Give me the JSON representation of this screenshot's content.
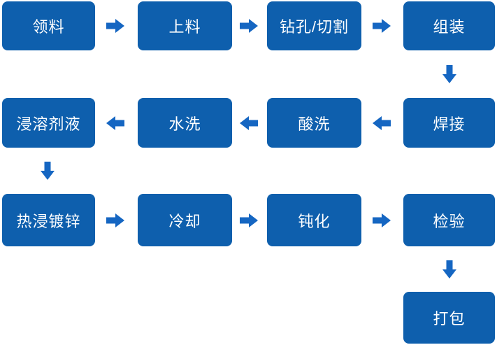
{
  "diagram": {
    "type": "process-flowchart",
    "steps": [
      {
        "label": "领料"
      },
      {
        "label": "上料"
      },
      {
        "label": "钻孔/切割"
      },
      {
        "label": "组装"
      },
      {
        "label": "焊接"
      },
      {
        "label": "酸洗"
      },
      {
        "label": "水洗"
      },
      {
        "label": "浸溶剂液"
      },
      {
        "label": "热浸镀锌"
      },
      {
        "label": "冷却"
      },
      {
        "label": "钝化"
      },
      {
        "label": "检验"
      },
      {
        "label": "打包"
      }
    ],
    "flow_sequence": [
      "领料",
      "上料",
      "钻孔/切割",
      "组装",
      "焊接",
      "酸洗",
      "水洗",
      "浸溶剂液",
      "热浸镀锌",
      "冷却",
      "钝化",
      "检验",
      "打包"
    ],
    "colors": {
      "box_fill": "#0E5FAD",
      "arrow_fill": "#1566C2",
      "text": "#FFFFFF",
      "background": "#FFFFFF"
    }
  }
}
